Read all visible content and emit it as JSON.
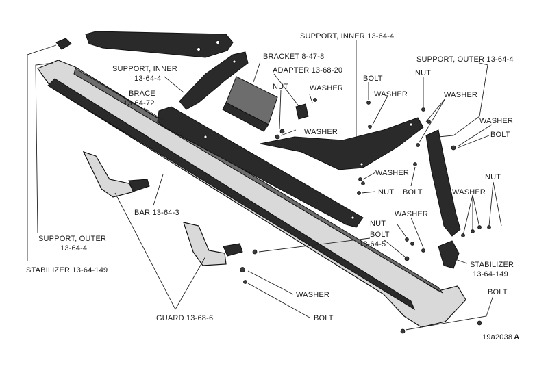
{
  "labels": {
    "support_inner_top": "SUPPORT, INNER 13-64-4",
    "support_outer_top": "SUPPORT, OUTER 13-64-4",
    "bracket": "BRACKET 8-47-8",
    "adapter": "ADAPTER 13-68-20",
    "support_inner_left_1": "SUPPORT, INNER",
    "support_inner_left_2": "13-64-4",
    "brace_1": "BRACE",
    "brace_2": "13-64-72",
    "nut_1": "NUT",
    "washer_1": "WASHER",
    "washer_2": "WASHER",
    "bolt_1": "BOLT",
    "washer_3": "WASHER",
    "nut_2": "NUT",
    "washer_4": "WASHER",
    "washer_5": "WASHER",
    "bolt_2": "BOLT",
    "washer_6": "WASHER",
    "nut_3": "NUT",
    "bolt_3": "BOLT",
    "washer_7": "WASHER",
    "nut_4": "NUT",
    "bar": "BAR 13-64-3",
    "washer_8": "WASHER",
    "nut_5": "NUT",
    "bolt_4": "BOLT",
    "bolt_4_pn": "13-64-5",
    "stabilizer_right_1": "STABILIZER",
    "stabilizer_right_2": "13-64-149",
    "support_outer_left_1": "SUPPORT, OUTER",
    "support_outer_left_2": "13-64-4",
    "stabilizer_left": "STABILIZER 13-64-149",
    "washer_9": "WASHER",
    "guard": "GUARD 13-68-6",
    "bolt_5": "BOLT",
    "bolt_6": "BOLT",
    "figure_id_num": "19a2038",
    "figure_id_letter": "A"
  }
}
